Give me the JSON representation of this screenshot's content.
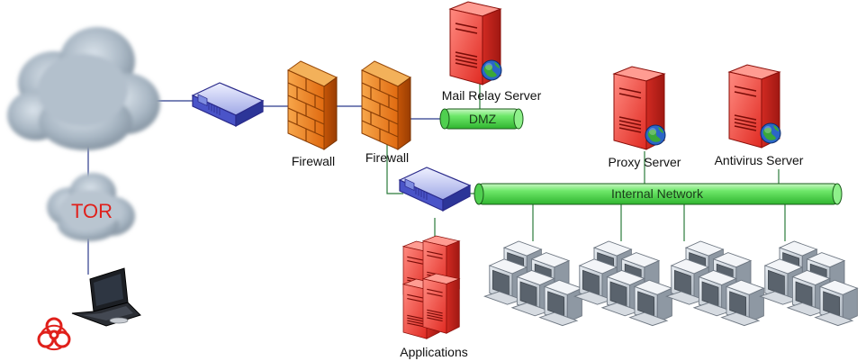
{
  "nodes": {
    "tor_label": "TOR",
    "firewall_1": "Firewall",
    "firewall_2": "Firewall",
    "mail_relay": "Mail Relay Server",
    "dmz": "DMZ",
    "proxy": "Proxy Server",
    "antivirus": "Antivirus Server",
    "internal_network": "Internal Network",
    "applications": "Applications"
  },
  "icons": {
    "internet": "cloud-icon",
    "tor": "cloud-icon",
    "attacker": "laptop-icon",
    "biohazard": "biohazard-icon",
    "router": "router-icon",
    "firewall": "brick-firewall-icon",
    "server": "server-tower-icon",
    "workstations": "computer-group-icon"
  },
  "colors": {
    "server_red": "#e8312b",
    "firewall_orange": "#f08a24",
    "pipe_green": "#59e35a",
    "link_blue": "#2a3a8c",
    "link_green": "#2a7a3a",
    "tor_text": "#e0201b",
    "biohazard": "#e0201b"
  }
}
